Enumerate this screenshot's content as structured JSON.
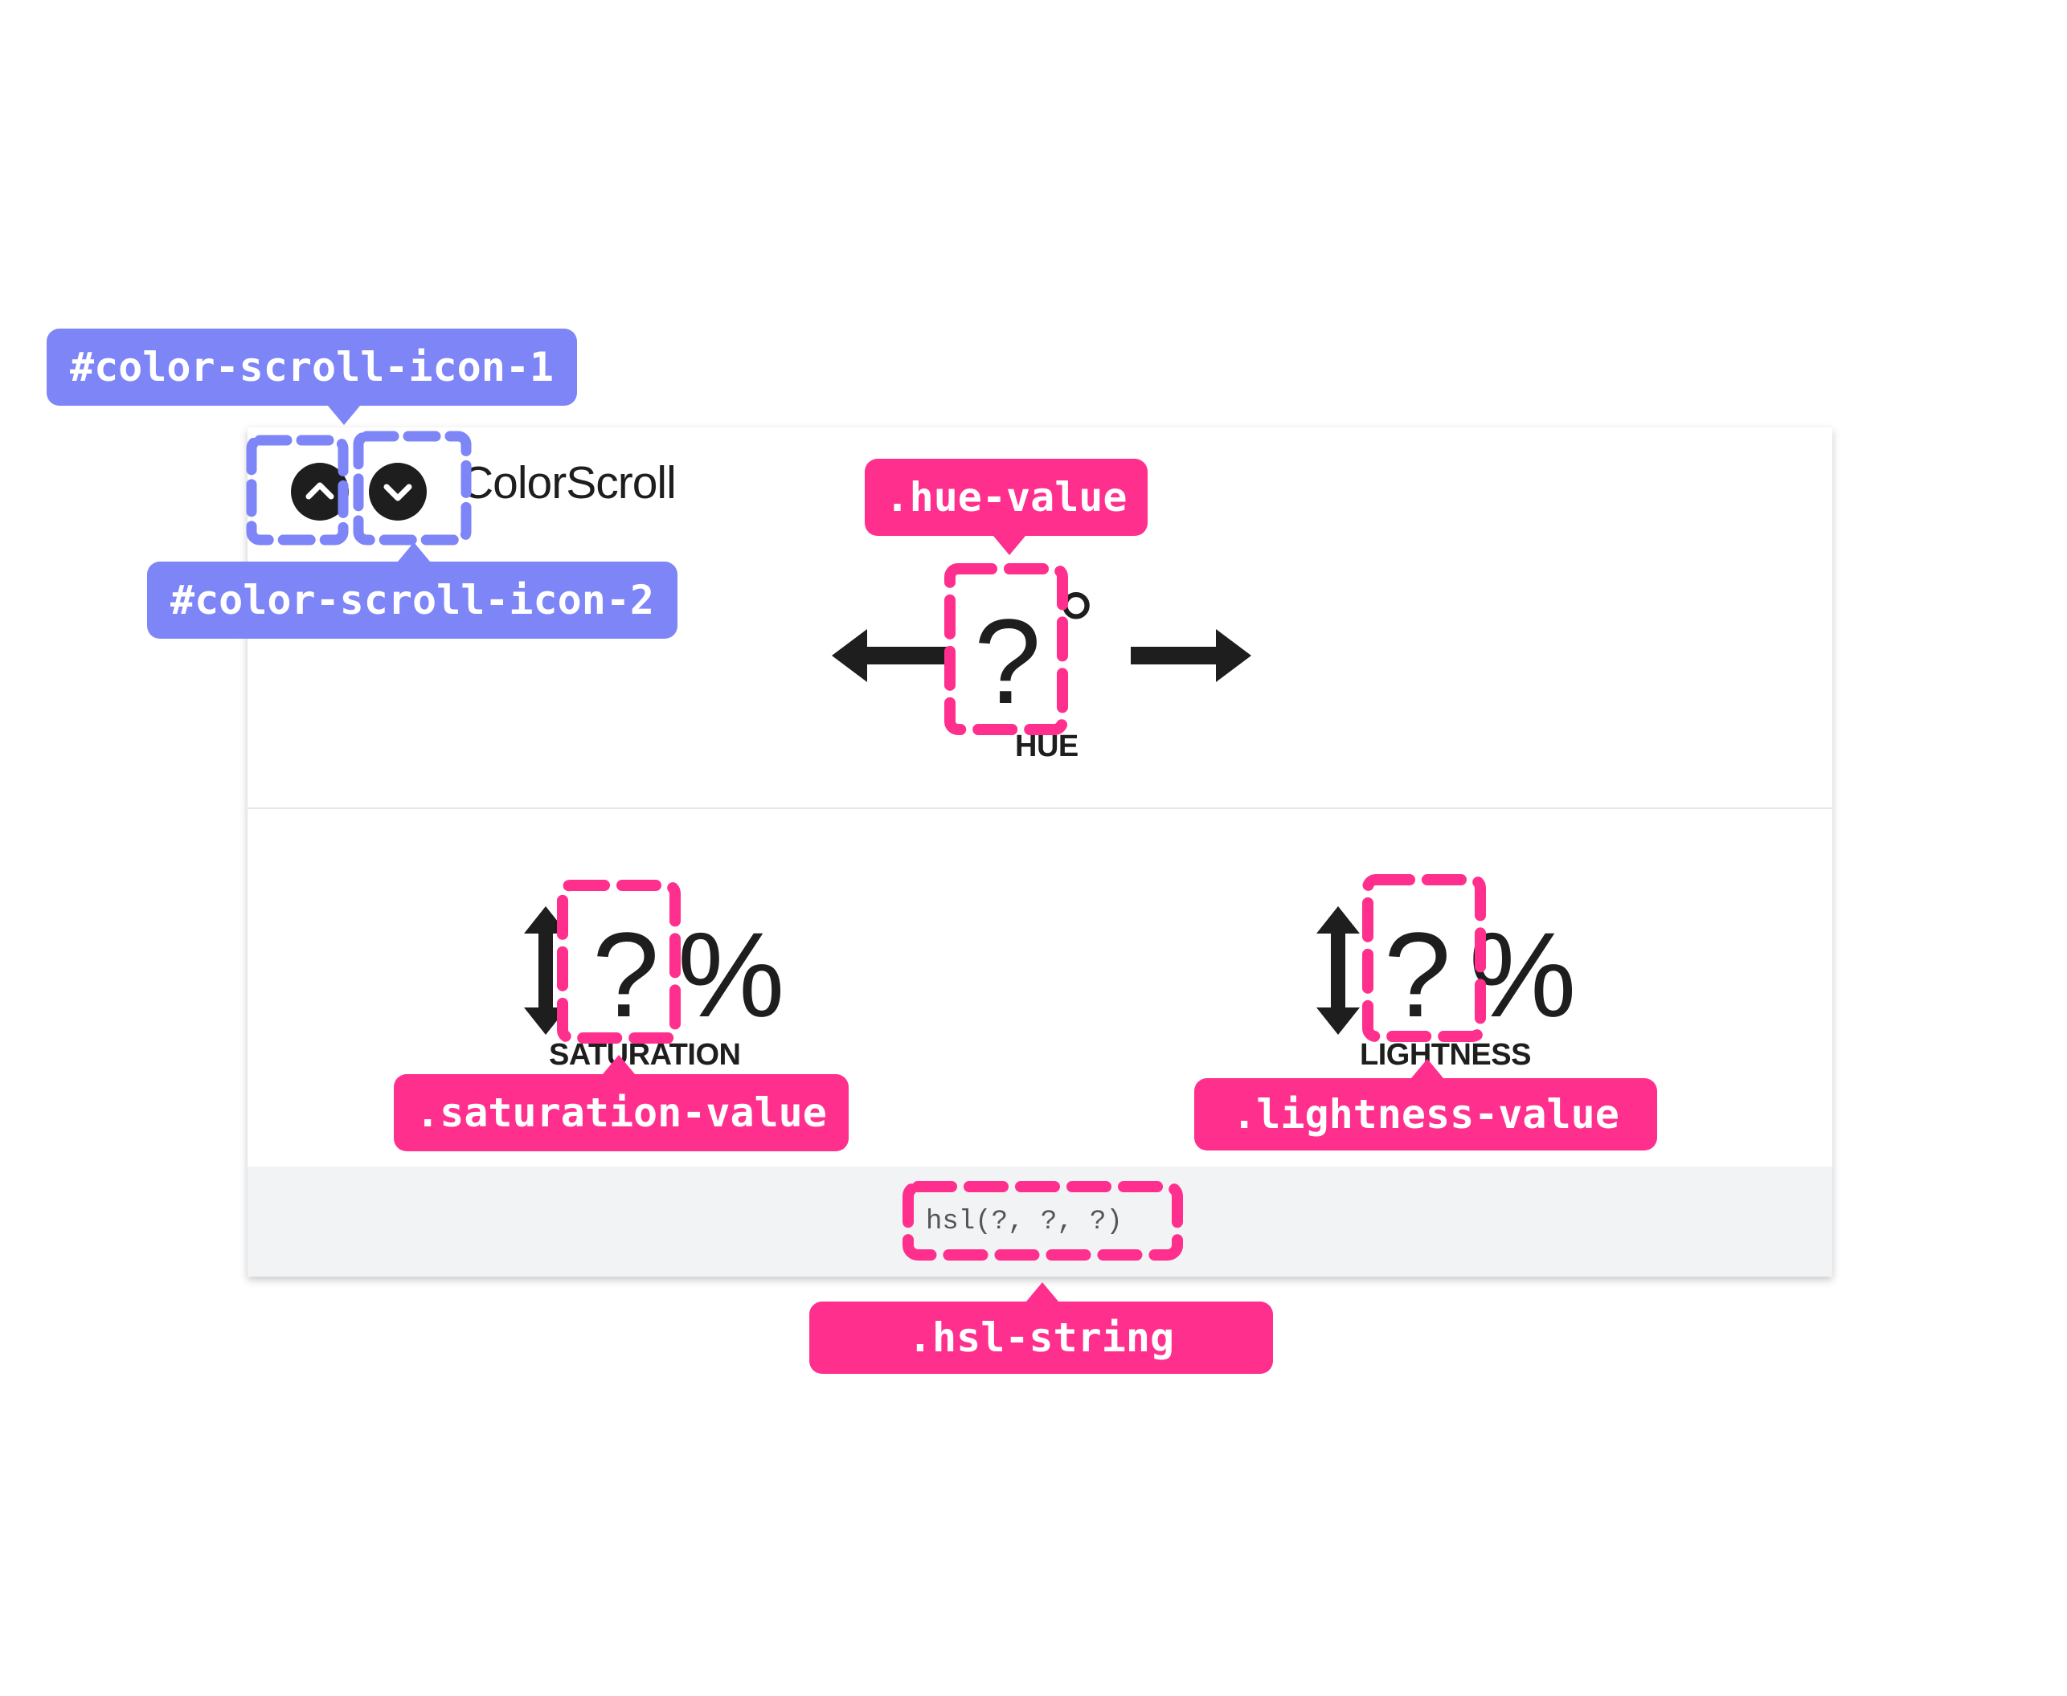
{
  "app": {
    "logo_text": "ColorScroll"
  },
  "hue": {
    "value": "?",
    "unit": "°",
    "label": "HUE"
  },
  "saturation": {
    "value": "?",
    "unit": "%",
    "label": "SATURATION"
  },
  "lightness": {
    "value": "?",
    "unit": "%",
    "label": "LIGHTNESS"
  },
  "hsl_string": "hsl(?, ?, ?)",
  "annotations": {
    "icon1": "#color-scroll-icon-1",
    "icon2": "#color-scroll-icon-2",
    "hue_value": ".hue-value",
    "saturation_value": ".saturation-value",
    "lightness_value": ".lightness-value",
    "hsl_string": ".hsl-string"
  },
  "icons": {
    "scroll_up": "chevron-up-icon",
    "scroll_down": "chevron-down-icon",
    "hue_left": "arrow-left-icon",
    "hue_right": "arrow-right-icon",
    "saturation_adjust": "arrow-up-down-icon",
    "lightness_adjust": "arrow-up-down-icon"
  },
  "colors": {
    "annotation_blue": "#7d85f7",
    "annotation_pink": "#ff2f8e",
    "text": "#1e1e1e",
    "footer_bg": "#f2f3f4"
  }
}
